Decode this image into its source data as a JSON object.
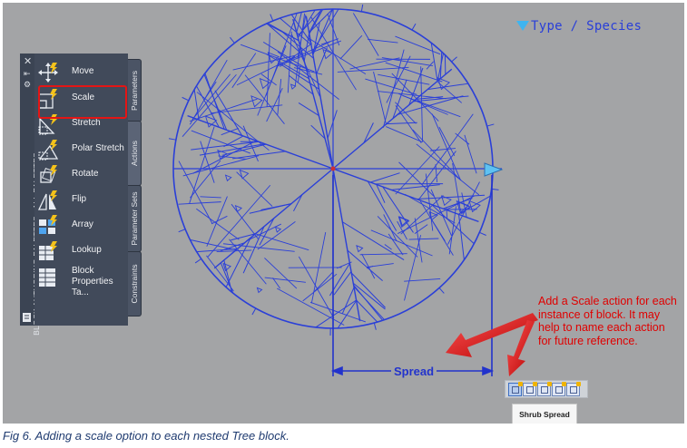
{
  "canvas": {
    "attribute_label": "Type / Species",
    "dimension_label": "Spread",
    "background": "#a3a4a6",
    "linework_color": "#2a3fd8"
  },
  "palette": {
    "title": "BLOCK AUTHORING PALETTES - ALL PALETTES",
    "tools": [
      {
        "label": "Move",
        "icon": "move-icon"
      },
      {
        "label": "Scale",
        "icon": "scale-icon"
      },
      {
        "label": "Stretch",
        "icon": "stretch-icon"
      },
      {
        "label": "Polar Stretch",
        "icon": "polar-stretch-icon"
      },
      {
        "label": "Rotate",
        "icon": "rotate-icon"
      },
      {
        "label": "Flip",
        "icon": "flip-icon"
      },
      {
        "label": "Array",
        "icon": "array-icon"
      },
      {
        "label": "Lookup",
        "icon": "lookup-icon"
      },
      {
        "label": "Block Properties Ta...",
        "icon": "block-properties-icon"
      }
    ],
    "tabs": [
      "Parameters",
      "Actions",
      "Parameter Sets",
      "Constraints"
    ],
    "active_tab": "Actions",
    "highlighted_tool": "Scale",
    "highlight_color": "#e41515"
  },
  "annotation": {
    "note": "Add a Scale action for each instance of block. It may help to name each action for future reference.",
    "color": "#e00000"
  },
  "grip_toolbar": {
    "tooltip": "Shrub Spread"
  },
  "caption": "Fig 6. Adding a scale option to each nested Tree block."
}
